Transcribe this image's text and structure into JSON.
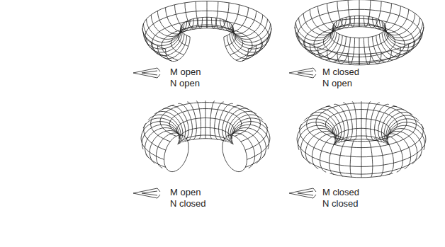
{
  "diagram": {
    "labels": [
      "M open",
      "N open",
      "M closed",
      "N open",
      "M open",
      "N closed",
      "M closed",
      "N closed"
    ]
  }
}
